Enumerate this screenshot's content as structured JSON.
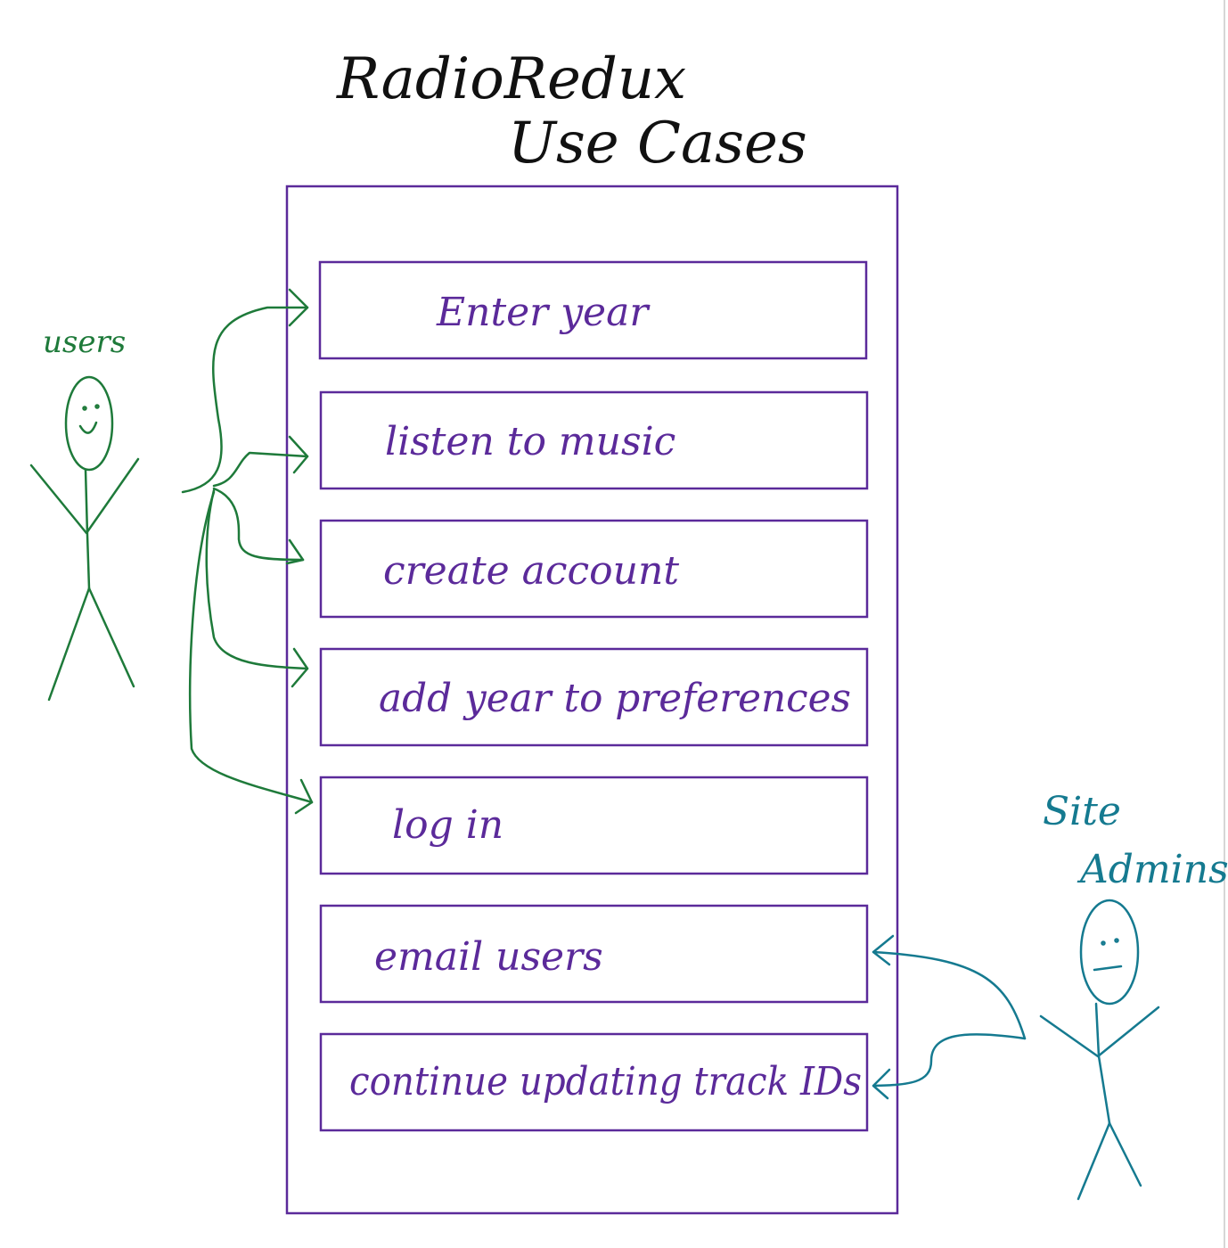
{
  "title": {
    "line1": "RadioRedux",
    "line2": "Use Cases"
  },
  "system": {
    "use_cases": [
      "Enter year",
      "listen to music",
      "create account",
      "add year to preferences",
      "log in",
      "email users",
      "continue updating track IDs"
    ]
  },
  "actors": {
    "users": {
      "label": "users",
      "color": "#1e7a3a",
      "icon": "smiling-stick-figure-icon"
    },
    "site_admins": {
      "label_line1": "Site",
      "label_line2": "Admins",
      "color": "#157a90",
      "icon": "neutral-stick-figure-icon"
    }
  },
  "colors": {
    "title": "#111111",
    "system_boundary": "#5b2a9a",
    "background": "#ffffff"
  }
}
